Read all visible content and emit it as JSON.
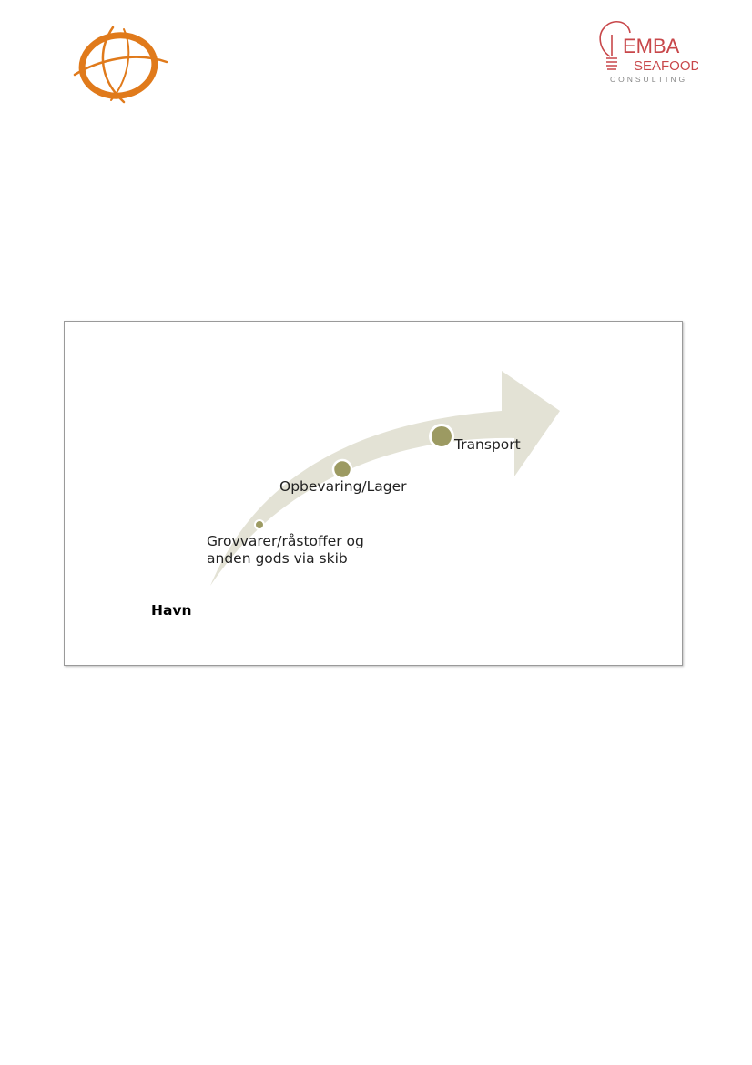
{
  "header": {
    "left_logo_icon": "orange-globe-swirl-logo",
    "right_logo": {
      "icon": "lightbulb-logo",
      "line1": "EMBA",
      "line2": "SEAFOOD",
      "line3": "CONSULTING"
    }
  },
  "diagram": {
    "root_label": "Havn",
    "steps": [
      {
        "label": "Grovvarer/råstoffer og",
        "label_line2": "anden gods via skib"
      },
      {
        "label": "Opbevaring/Lager"
      },
      {
        "label": "Transport"
      }
    ],
    "colors": {
      "arrow": "#e3e2d5",
      "dot": "#9c9a62",
      "accent_logo": "#e07a1b",
      "brand_red": "#c8474a",
      "frame": "#9a9a9a"
    }
  }
}
